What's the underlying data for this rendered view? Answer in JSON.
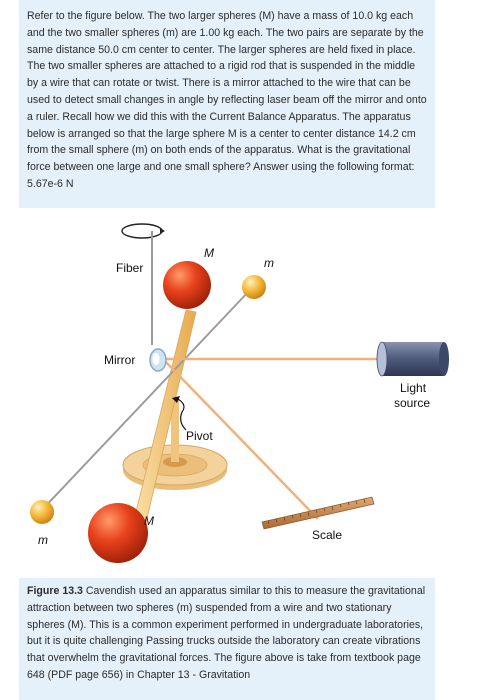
{
  "question": {
    "text": "Refer to the figure below.  The two larger spheres (M) have a mass of 10.0 kg each and the two smaller spheres (m) are 1.00 kg each.  The two pairs are separate by the same distance 50.0 cm center to center.  The larger spheres are held fixed in place.  The two smaller spheres are attached to a rigid rod that is suspended in the middle by a wire that can rotate or twist.  There is a mirror attached to the wire that can be used to detect small changes in angle by reflecting  laser beam off the mirror and onto a ruler.  Recall how we did this with the Current Balance Apparatus.  The apparatus below is arranged so that the large sphere M is a center to center distance 14.2 cm from the small sphere (m) on both ends of the apparatus.  What is the gravitational force between one large and one small sphere? Answer using the following format: 5.67e-6 N"
  },
  "figure": {
    "labels": {
      "fiber": "Fiber",
      "mirror": "Mirror",
      "pivot": "Pivot",
      "scale": "Scale",
      "light_source_line1": "Light",
      "light_source_line2": "source",
      "big_mass_top": "M",
      "big_mass_bottom": "M",
      "small_mass_top": "m",
      "small_mass_bottom": "m"
    },
    "colors": {
      "big_sphere": "#e8421c",
      "small_sphere": "#f5b93a",
      "rod": "#f4c870",
      "base": "#f1cc8c",
      "light_source": "#4d5a7a",
      "beam": "#f0b27a",
      "scale": "#c9884d"
    }
  },
  "caption": {
    "label": "Figure 13.3",
    "text": " Cavendish used an apparatus similar to this to measure the gravitational attraction between two spheres (m) suspended from a wire and two stationary spheres (M).  This is a common experiment performed in undergraduate laboratories, but it is quite challenging  Passing trucks outside the laboratory can create vibrations that overwhelm the gravitational forces.  The figure above is take from textbook page 648 (PDF page 656) in Chapter 13 - Gravitation"
  }
}
